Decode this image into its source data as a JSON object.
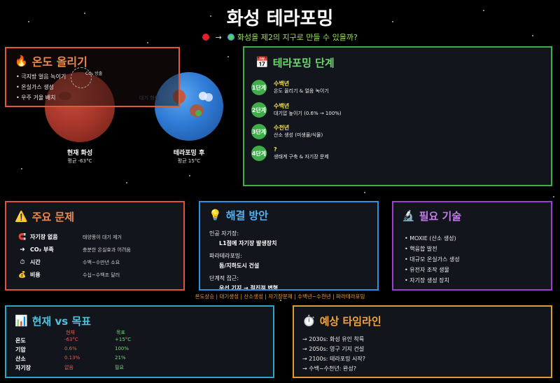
{
  "header": {
    "title": "화성 테라포밍",
    "subtitle": "화성을 제2의 지구로 만들 수 있을까?",
    "arrow": "→",
    "mars_dot_color": "#e0202a",
    "earth_dot_color": "#3a9ad6"
  },
  "temperature": {
    "icon": "fire-icon",
    "title": "온도 올리기",
    "items": [
      "극지방 얼음 녹이기",
      "온실가스 생성",
      "우주 거울 배치"
    ],
    "co2_label": "CO₂ 방출"
  },
  "planets": {
    "current": {
      "name": "현재 화성",
      "temp": "평균 -63°C",
      "color": "#a8372b"
    },
    "after": {
      "name": "테라포밍 후",
      "temp": "평균 15°C",
      "color": "#2f7bd6"
    },
    "faint_label": "대기 형성"
  },
  "stages": {
    "icon": "calendar-icon",
    "title": "테라포밍 단계",
    "items": [
      {
        "badge": "1단계",
        "period": "수백년",
        "desc": "온도 올리기 & 얼음 녹이기"
      },
      {
        "badge": "2단계",
        "period": "수백년",
        "desc": "대기압 높이기 (0.6% → 100%)"
      },
      {
        "badge": "3단계",
        "period": "수천년",
        "desc": "산소 생성 (미생물/식물)"
      },
      {
        "badge": "4단계",
        "period": "?",
        "desc": "생태계 구축 & 자기장 문제"
      }
    ]
  },
  "problems": {
    "icon": "warning-icon",
    "title": "주요 문제",
    "items": [
      {
        "icon": "🧲",
        "name": "자기장 없음",
        "desc": "태양풍이 대기 제거"
      },
      {
        "icon": "➜",
        "name": "CO₂ 부족",
        "desc": "충분한 온실효과 어려움"
      },
      {
        "icon": "⏱",
        "name": "시간",
        "desc": "수백~수만년 소요"
      },
      {
        "icon": "💰",
        "name": "비용",
        "desc": "수십~수백조 달러"
      }
    ]
  },
  "solutions": {
    "icon": "lightbulb-icon",
    "title": "해결 방안",
    "items": [
      {
        "head": "인공 자기장:",
        "sub": "L1점에 자기장 발생장치"
      },
      {
        "head": "파라테라포밍:",
        "sub": "돔/지하도시 건설"
      },
      {
        "head": "단계적 접근:",
        "sub": "우선 기지 → 점진적 변형"
      }
    ]
  },
  "tech": {
    "icon": "microscope-icon",
    "title": "필요 기술",
    "items": [
      "MOXIE (산소 생성)",
      "핵융합 발전",
      "대규모 온실가스 생성",
      "유전자 조작 생물",
      "자기장 생성 장치"
    ]
  },
  "summary": "온도상승 | 대기생성 | 산소생성 | 자기장문제 | 수백년~수천년 | 파라테라포밍",
  "compare": {
    "icon": "chart-icon",
    "title": "현재 vs 목표",
    "col_current": "현재",
    "col_target": "목표",
    "rows": [
      {
        "label": "온도",
        "current": "-63°C",
        "target": "+15°C"
      },
      {
        "label": "기압",
        "current": "0.6%",
        "target": "100%"
      },
      {
        "label": "산소",
        "current": "0.13%",
        "target": "21%"
      },
      {
        "label": "자기장",
        "current": "없음",
        "target": "필요"
      }
    ]
  },
  "timeline": {
    "icon": "stopwatch-icon",
    "title": "예상 타임라인",
    "items": [
      "2030s: 화성 유인 착륙",
      "2050s: 영구 기지 건설",
      "2100s: 테라포밍 시작?",
      "수백~수천년: 완성?"
    ]
  }
}
